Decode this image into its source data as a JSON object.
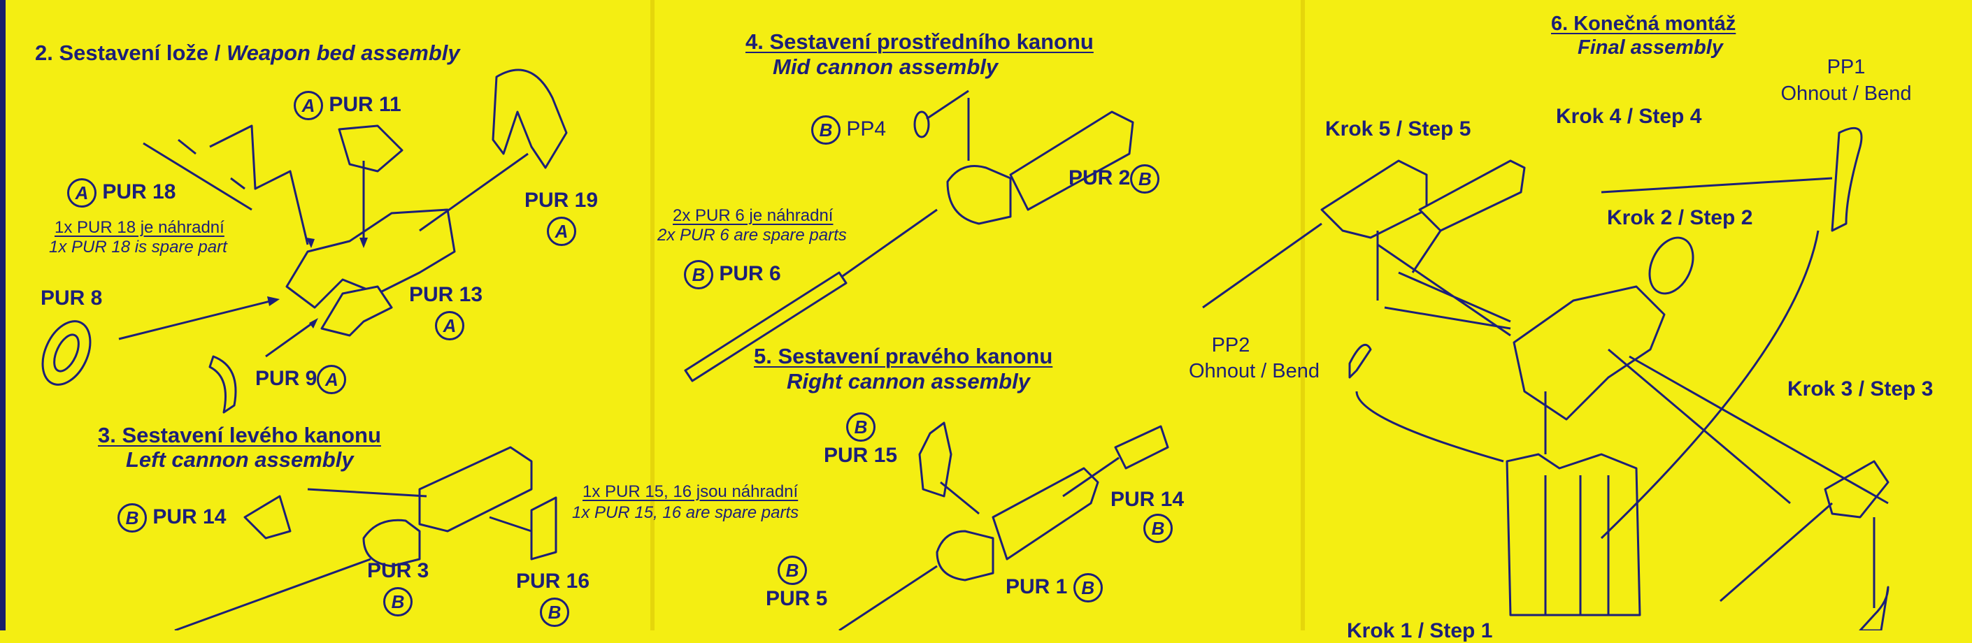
{
  "colors": {
    "ink": "#1c1f78",
    "paper": "#f4ee12"
  },
  "section2": {
    "title_cz": "2. Sestavení lože / ",
    "title_en": "Weapon bed assembly",
    "pur11": "PUR 11",
    "pur18": "PUR 18",
    "note_cz": "1x PUR 18 je náhradní",
    "note_en": "1x PUR 18 is spare part",
    "pur19": "PUR 19",
    "pur8": "PUR 8",
    "pur13": "PUR 13",
    "pur9": "PUR 9",
    "sprue": "A"
  },
  "section3": {
    "title_cz": "3. Sestavení levého kanonu",
    "title_en": "Left cannon assembly",
    "pur14": "PUR 14",
    "pur3": "PUR 3",
    "pur16": "PUR 16",
    "note_cz": "1x PUR 15, 16 jsou náhradní",
    "note_en": "1x PUR 15, 16 are spare parts",
    "sprue": "B"
  },
  "section4": {
    "title_cz": "4. Sestavení prostředního kanonu",
    "title_en": "Mid cannon assembly",
    "pp4": "PP4",
    "pur2": "PUR 2",
    "note_cz": "2x PUR 6 je náhradní",
    "note_en": "2x PUR 6 are spare parts",
    "pur6": "PUR 6",
    "sprue": "B"
  },
  "section5": {
    "title_cz": "5. Sestavení pravého kanonu",
    "title_en": "Right cannon assembly",
    "pur15": "PUR 15",
    "pur14": "PUR 14",
    "pur5": "PUR 5",
    "pur1": "PUR 1",
    "sprue": "B"
  },
  "section6": {
    "title_cz": "6. Konečná montáž",
    "title_en": "Final assembly",
    "pp1": "PP1",
    "pp1_action": "Ohnout / Bend",
    "pp2": "PP2",
    "pp2_action": "Ohnout / Bend",
    "step5": "Krok 5 / Step 5",
    "step4": "Krok 4 / Step 4",
    "step2": "Krok 2 / Step 2",
    "step3": "Krok 3 / Step 3",
    "step1": "Krok 1 / Step 1"
  }
}
